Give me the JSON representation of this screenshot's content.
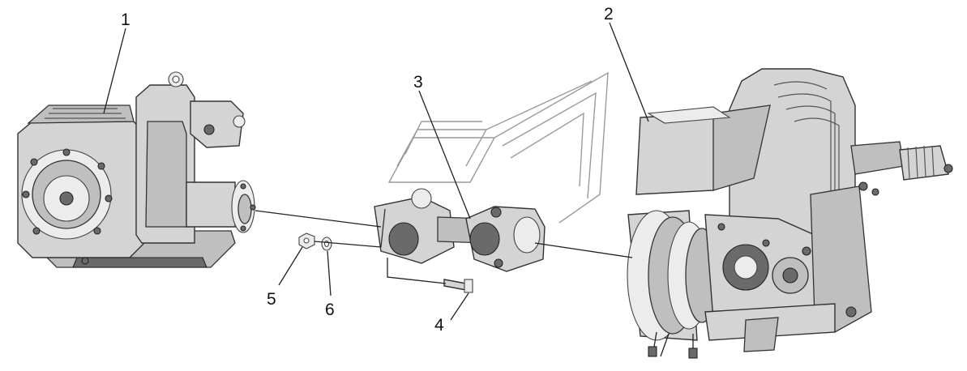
{
  "callouts": {
    "c1": "1",
    "c2": "2",
    "c3": "3",
    "c4": "4",
    "c5": "5",
    "c6": "6"
  },
  "colors": {
    "background": "#ffffff",
    "metal": "#d4d4d4",
    "shadow": "#6a6a6a",
    "outline": "#222222"
  }
}
